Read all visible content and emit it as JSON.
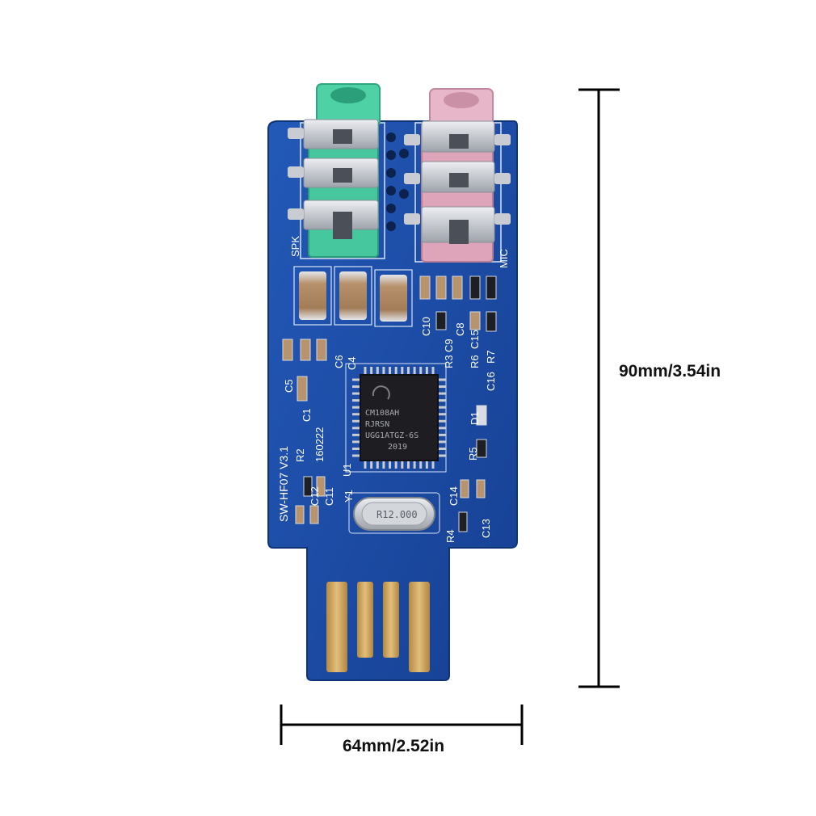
{
  "dimensions": {
    "height_label": "90mm/3.54in",
    "width_label": "64mm/2.52in"
  },
  "board": {
    "model_label": "SW-HF07 V3.1",
    "date_code": "160222",
    "left_jack_label": "SPK",
    "right_jack_label": "MIC",
    "chip": {
      "line1": "CM108AH",
      "line2": "RJRSN",
      "line3": "UGG1ATGZ-6S",
      "line4": "2019"
    },
    "crystal_marking": "R12.000",
    "silkscreen": {
      "c10": "C10",
      "c8": "C8",
      "c9": "C9",
      "r3": "R3",
      "c15": "C15",
      "r6": "R6",
      "c16": "C16",
      "r7": "R7",
      "d1": "D1",
      "r5": "R5",
      "c6": "C6",
      "c4": "C4",
      "c5": "C5",
      "c1": "C1",
      "r2": "R2",
      "c12": "C12",
      "c11": "C11",
      "u1": "U1",
      "y1": "Y1",
      "c14": "C14",
      "r4": "R4",
      "c13": "C13"
    }
  },
  "colors": {
    "pcb": "#1a4fa8",
    "pcb_dark": "#123c86",
    "jack_green": "#48c9a0",
    "jack_pink": "#dfa8bd",
    "gold": "#caa35e",
    "silver": "#c9ccd2",
    "chip": "#1e1e22"
  }
}
